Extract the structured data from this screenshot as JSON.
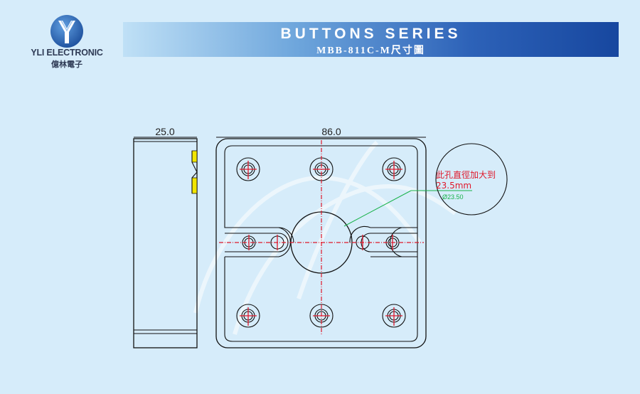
{
  "brand": {
    "name": "YLI ELECTRONIC",
    "name_cn": "億林電子",
    "colors": {
      "badge": "#2f6fb8",
      "banner_start": "#bfe0f6",
      "banner_end": "#17479f"
    }
  },
  "header": {
    "title": "BUTTONS SERIES",
    "subtitle": "MBB-811C-M尺寸圖"
  },
  "diagram": {
    "side_view": {
      "width_label": "25.0"
    },
    "front_view": {
      "width_label": "86.0"
    },
    "callout": {
      "note_line1": "此孔直徑加大到",
      "note_line2": "23.5mm",
      "note_value": "Ø23.50"
    }
  }
}
